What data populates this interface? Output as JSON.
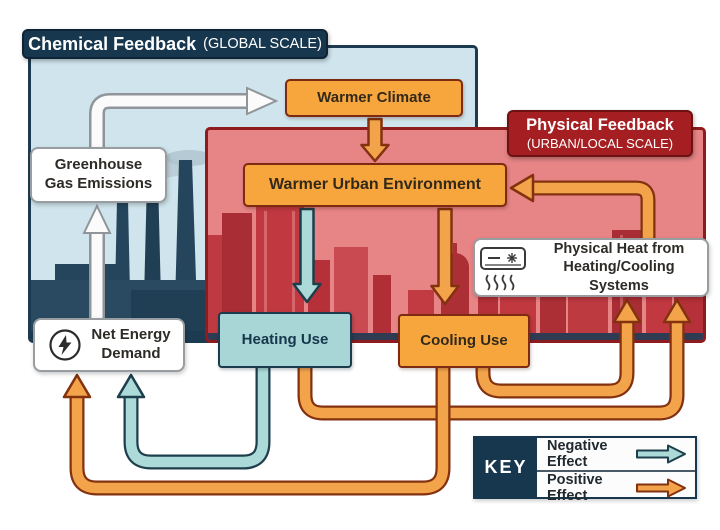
{
  "panels": {
    "chemical": {
      "title": "Chemical Feedback",
      "scale": "(GLOBAL SCALE)"
    },
    "physical": {
      "title": "Physical Feedback",
      "scale": "(URBAN/LOCAL SCALE)"
    }
  },
  "nodes": {
    "warmer_climate": {
      "label": "Warmer Climate"
    },
    "warmer_urban_environment": {
      "label": "Warmer Urban Environment"
    },
    "greenhouse_gas_emissions": {
      "line1": "Greenhouse",
      "line2": "Gas Emissions"
    },
    "net_energy_demand": {
      "line1": "Net Energy",
      "line2": "Demand"
    },
    "heating_use": {
      "label": "Heating Use"
    },
    "cooling_use": {
      "label": "Cooling Use"
    },
    "physical_heat": {
      "line1": "Physical Heat from",
      "line2": "Heating/Cooling Systems"
    }
  },
  "key": {
    "title": "KEY",
    "entries": [
      {
        "label": "Negative Effect",
        "color": "#acdad8"
      },
      {
        "label": "Positive Effect",
        "color": "#f3a44b"
      }
    ]
  },
  "edges": [
    {
      "from": "Net Energy Demand",
      "to": "Greenhouse Gas Emissions",
      "effect": "chemical-white"
    },
    {
      "from": "Greenhouse Gas Emissions",
      "to": "Warmer Climate",
      "effect": "chemical-white"
    },
    {
      "from": "Warmer Climate",
      "to": "Warmer Urban Environment",
      "effect": "positive"
    },
    {
      "from": "Warmer Urban Environment",
      "to": "Heating Use",
      "effect": "negative"
    },
    {
      "from": "Warmer Urban Environment",
      "to": "Cooling Use",
      "effect": "positive"
    },
    {
      "from": "Physical Heat from Heating/Cooling Systems",
      "to": "Warmer Urban Environment",
      "effect": "positive"
    },
    {
      "from": "Heating Use",
      "to": "Net Energy Demand",
      "effect": "negative"
    },
    {
      "from": "Cooling Use",
      "to": "Net Energy Demand",
      "effect": "positive"
    },
    {
      "from": "Heating Use",
      "to": "Physical Heat from Heating/Cooling Systems",
      "effect": "positive"
    },
    {
      "from": "Cooling Use",
      "to": "Physical Heat from Heating/Cooling Systems",
      "effect": "positive"
    }
  ],
  "icons": {
    "lightning-icon": "lightning bolt in circle",
    "ac-unit-icon": "air conditioner with heat waves",
    "negative-effect-arrow-icon": "teal right arrow",
    "positive-effect-arrow-icon": "orange right arrow"
  },
  "colors": {
    "chemical_panel_bg": "#cfe4ed",
    "chemical_panel_border": "#1c3b50",
    "physical_panel_bg": "#e68486",
    "physical_panel_border": "#8e1b1d",
    "chemical_label_bg": "#16374e",
    "physical_label_bg": "#a41e22",
    "node_orange": "#f7a63e",
    "node_orange_border": "#7e2a10",
    "node_teal": "#a8d5d6",
    "node_teal_border": "#1c3b4d",
    "arrow_positive": "#f3a44b",
    "arrow_positive_outline": "#83310f",
    "arrow_negative": "#acdad8",
    "arrow_negative_outline": "#1e3e4c",
    "arrow_white": "#fbfbfb",
    "arrow_white_outline": "#8f9598"
  }
}
